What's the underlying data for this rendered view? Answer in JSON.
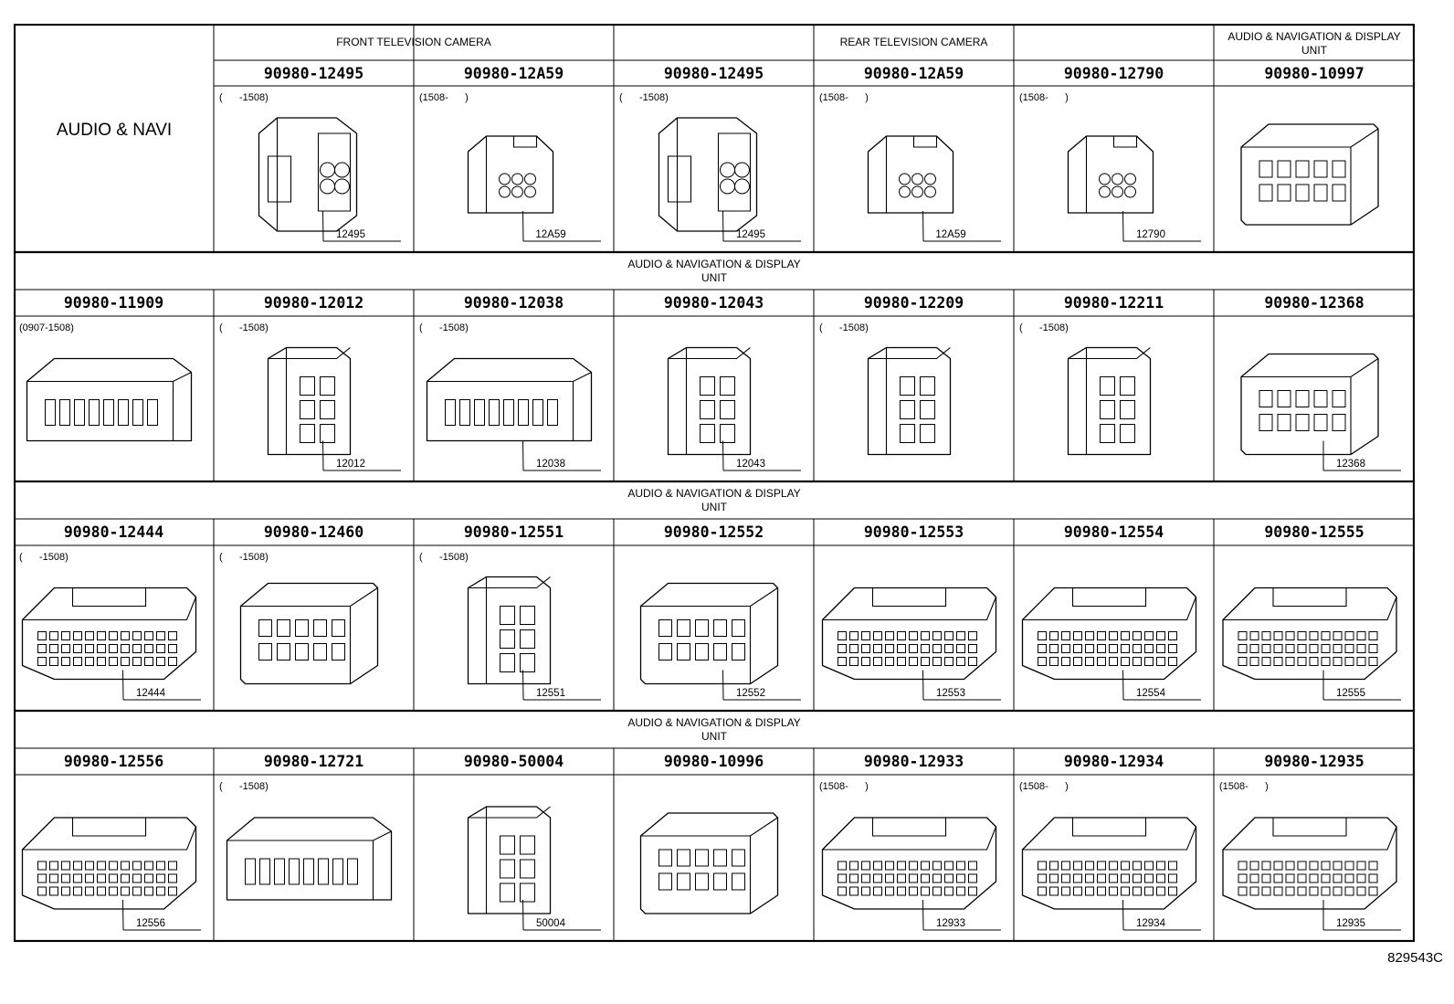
{
  "group_label": "AUDIO & NAVI",
  "diagram_id": "829543C",
  "header_sections": [
    {
      "title": "FRONT TELEVISION CAMERA",
      "span": 2
    },
    {
      "title": "REAR TELEVISION CAMERA",
      "span": 3
    },
    {
      "title": "AUDIO & NAVIGATION & DISPLAY UNIT",
      "span": 1
    }
  ],
  "row_headers": [
    "AUDIO & NAVIGATION & DISPLAY UNIT",
    "AUDIO & NAVIGATION & DISPLAY UNIT",
    "AUDIO & NAVIGATION & DISPLAY UNIT"
  ],
  "rows": [
    [
      null,
      {
        "part": "90980-12495",
        "note": "(      -1508)",
        "callout": "12495",
        "shape": "camera"
      },
      {
        "part": "90980-12A59",
        "note": "(1508-      )",
        "callout": "12A59",
        "shape": "plug6"
      },
      {
        "part": "90980-12495",
        "note": "(      -1508)",
        "callout": "12495",
        "shape": "camera"
      },
      {
        "part": "90980-12A59",
        "note": "(1508-      )",
        "callout": "12A59",
        "shape": "plug6"
      },
      {
        "part": "90980-12790",
        "note": "(1508-      )",
        "callout": "12790",
        "shape": "plug6"
      },
      {
        "part": "90980-10997",
        "note": "",
        "callout": "",
        "shape": "box"
      }
    ],
    [
      {
        "part": "90980-11909",
        "note": "(0907-1508)",
        "callout": "",
        "shape": "wide"
      },
      {
        "part": "90980-12012",
        "note": "(      -1508)",
        "callout": "12012",
        "shape": "tall"
      },
      {
        "part": "90980-12038",
        "note": "(      -1508)",
        "callout": "12038",
        "shape": "wide"
      },
      {
        "part": "90980-12043",
        "note": "",
        "callout": "12043",
        "shape": "tall"
      },
      {
        "part": "90980-12209",
        "note": "(      -1508)",
        "callout": "",
        "shape": "tall"
      },
      {
        "part": "90980-12211",
        "note": "(      -1508)",
        "callout": "",
        "shape": "tall"
      },
      {
        "part": "90980-12368",
        "note": "",
        "callout": "12368",
        "shape": "box"
      }
    ],
    [
      {
        "part": "90980-12444",
        "note": "(      -1508)",
        "callout": "12444",
        "shape": "long"
      },
      {
        "part": "90980-12460",
        "note": "(      -1508)",
        "callout": "",
        "shape": "box"
      },
      {
        "part": "90980-12551",
        "note": "(      -1508)",
        "callout": "12551",
        "shape": "tall"
      },
      {
        "part": "90980-12552",
        "note": "",
        "callout": "12552",
        "shape": "box"
      },
      {
        "part": "90980-12553",
        "note": "",
        "callout": "12553",
        "shape": "long"
      },
      {
        "part": "90980-12554",
        "note": "",
        "callout": "12554",
        "shape": "long"
      },
      {
        "part": "90980-12555",
        "note": "",
        "callout": "12555",
        "shape": "long"
      }
    ],
    [
      {
        "part": "90980-12556",
        "note": "",
        "callout": "12556",
        "shape": "long"
      },
      {
        "part": "90980-12721",
        "note": "(      -1508)",
        "callout": "",
        "shape": "wide"
      },
      {
        "part": "90980-50004",
        "note": "",
        "callout": "50004",
        "shape": "tall"
      },
      {
        "part": "90980-10996",
        "note": "",
        "callout": "",
        "shape": "box"
      },
      {
        "part": "90980-12933",
        "note": "(1508-      )",
        "callout": "12933",
        "shape": "long"
      },
      {
        "part": "90980-12934",
        "note": "(1508-      )",
        "callout": "12934",
        "shape": "long"
      },
      {
        "part": "90980-12935",
        "note": "(1508-      )",
        "callout": "12935",
        "shape": "long"
      }
    ]
  ]
}
